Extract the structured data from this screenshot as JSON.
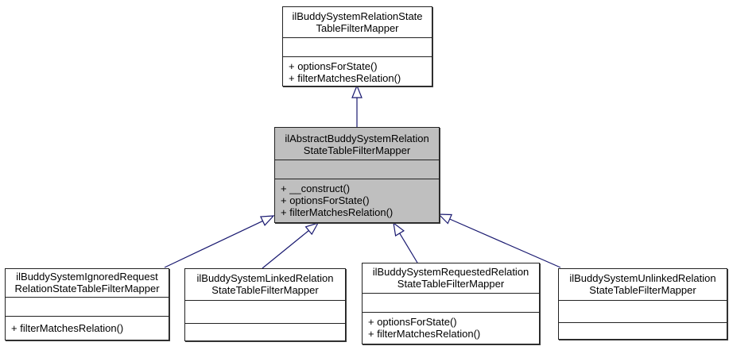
{
  "diagram": {
    "type": "uml-class-inheritance-graph",
    "colors": {
      "edge": "#191970",
      "box_border": "#222222",
      "highlight_fill": "#bfbfbf",
      "background": "#ffffff"
    },
    "classes": {
      "base": {
        "name_line1": "ilBuddySystemRelationState",
        "name_line2": "TableFilterMapper",
        "attributes": [],
        "methods": [
          "+ optionsForState()",
          "+ filterMatchesRelation()"
        ]
      },
      "abstract": {
        "name_line1": "ilAbstractBuddySystemRelation",
        "name_line2": "StateTableFilterMapper",
        "attributes": [],
        "methods": [
          "+ __construct()",
          "+ optionsForState()",
          "+ filterMatchesRelation()"
        ],
        "highlighted": true
      },
      "ignored": {
        "name_line1": "ilBuddySystemIgnoredRequest",
        "name_line2": "RelationStateTableFilterMapper",
        "attributes": [],
        "methods": [
          "+ filterMatchesRelation()"
        ]
      },
      "linked": {
        "name_line1": "ilBuddySystemLinkedRelation",
        "name_line2": "StateTableFilterMapper",
        "attributes": [],
        "methods": []
      },
      "requested": {
        "name_line1": "ilBuddySystemRequestedRelation",
        "name_line2": "StateTableFilterMapper",
        "attributes": [],
        "methods": [
          "+ optionsForState()",
          "+ filterMatchesRelation()"
        ]
      },
      "unlinked": {
        "name_line1": "ilBuddySystemUnlinkedRelation",
        "name_line2": "StateTableFilterMapper",
        "attributes": [],
        "methods": []
      }
    },
    "edges": [
      {
        "from": "abstract",
        "to": "base",
        "relation": "inheritance"
      },
      {
        "from": "ignored",
        "to": "abstract",
        "relation": "inheritance"
      },
      {
        "from": "linked",
        "to": "abstract",
        "relation": "inheritance"
      },
      {
        "from": "requested",
        "to": "abstract",
        "relation": "inheritance"
      },
      {
        "from": "unlinked",
        "to": "abstract",
        "relation": "inheritance"
      }
    ]
  }
}
